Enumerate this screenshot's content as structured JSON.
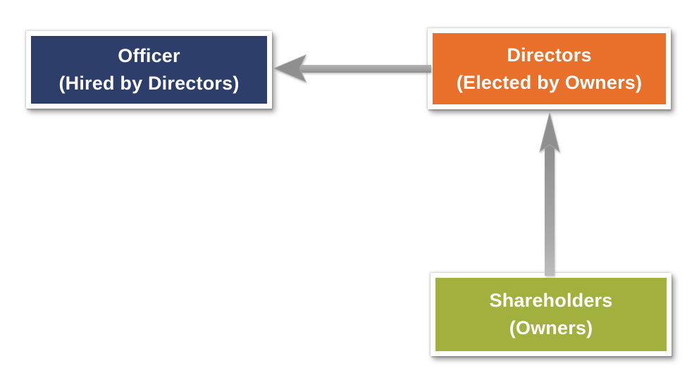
{
  "diagram": {
    "type": "flowchart",
    "background_color": "#ffffff",
    "arrow_color": "#9a9a9a",
    "nodes": [
      {
        "id": "officer",
        "title": "Officer",
        "subtitle": "(Hired by Directors)",
        "fill_color": "#2d3e6b",
        "text_color": "#ffffff"
      },
      {
        "id": "directors",
        "title": "Directors",
        "subtitle": "(Elected by Owners)",
        "fill_color": "#e8702a",
        "text_color": "#ffffff"
      },
      {
        "id": "shareholders",
        "title": "Shareholders",
        "subtitle": "(Owners)",
        "fill_color": "#a2b13e",
        "text_color": "#ffffff"
      }
    ],
    "edges": [
      {
        "from": "directors",
        "to": "officer",
        "direction": "left"
      },
      {
        "from": "shareholders",
        "to": "directors",
        "direction": "up"
      }
    ]
  }
}
